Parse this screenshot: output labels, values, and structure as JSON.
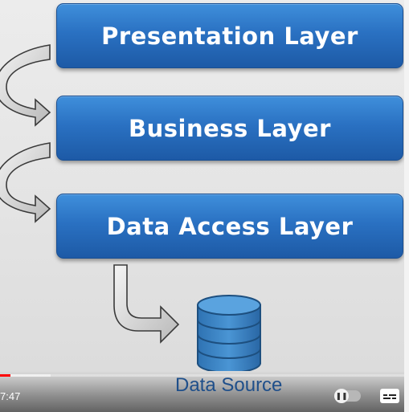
{
  "slide": {
    "layers": [
      {
        "label": "Presentation Layer"
      },
      {
        "label": "Business Layer"
      },
      {
        "label": "Data Access Layer"
      }
    ],
    "data_source_label": "Data Source"
  },
  "player": {
    "time": "7:47",
    "progress_fraction": 0.025,
    "buffered_fraction": 0.125,
    "autoplay_icon": "pause-icon",
    "captions_icon": "subtitles-icon"
  },
  "colors": {
    "layer_blue": "#2a71c2",
    "database_blue": "#3d86c6",
    "progress_red": "#ff0000"
  }
}
